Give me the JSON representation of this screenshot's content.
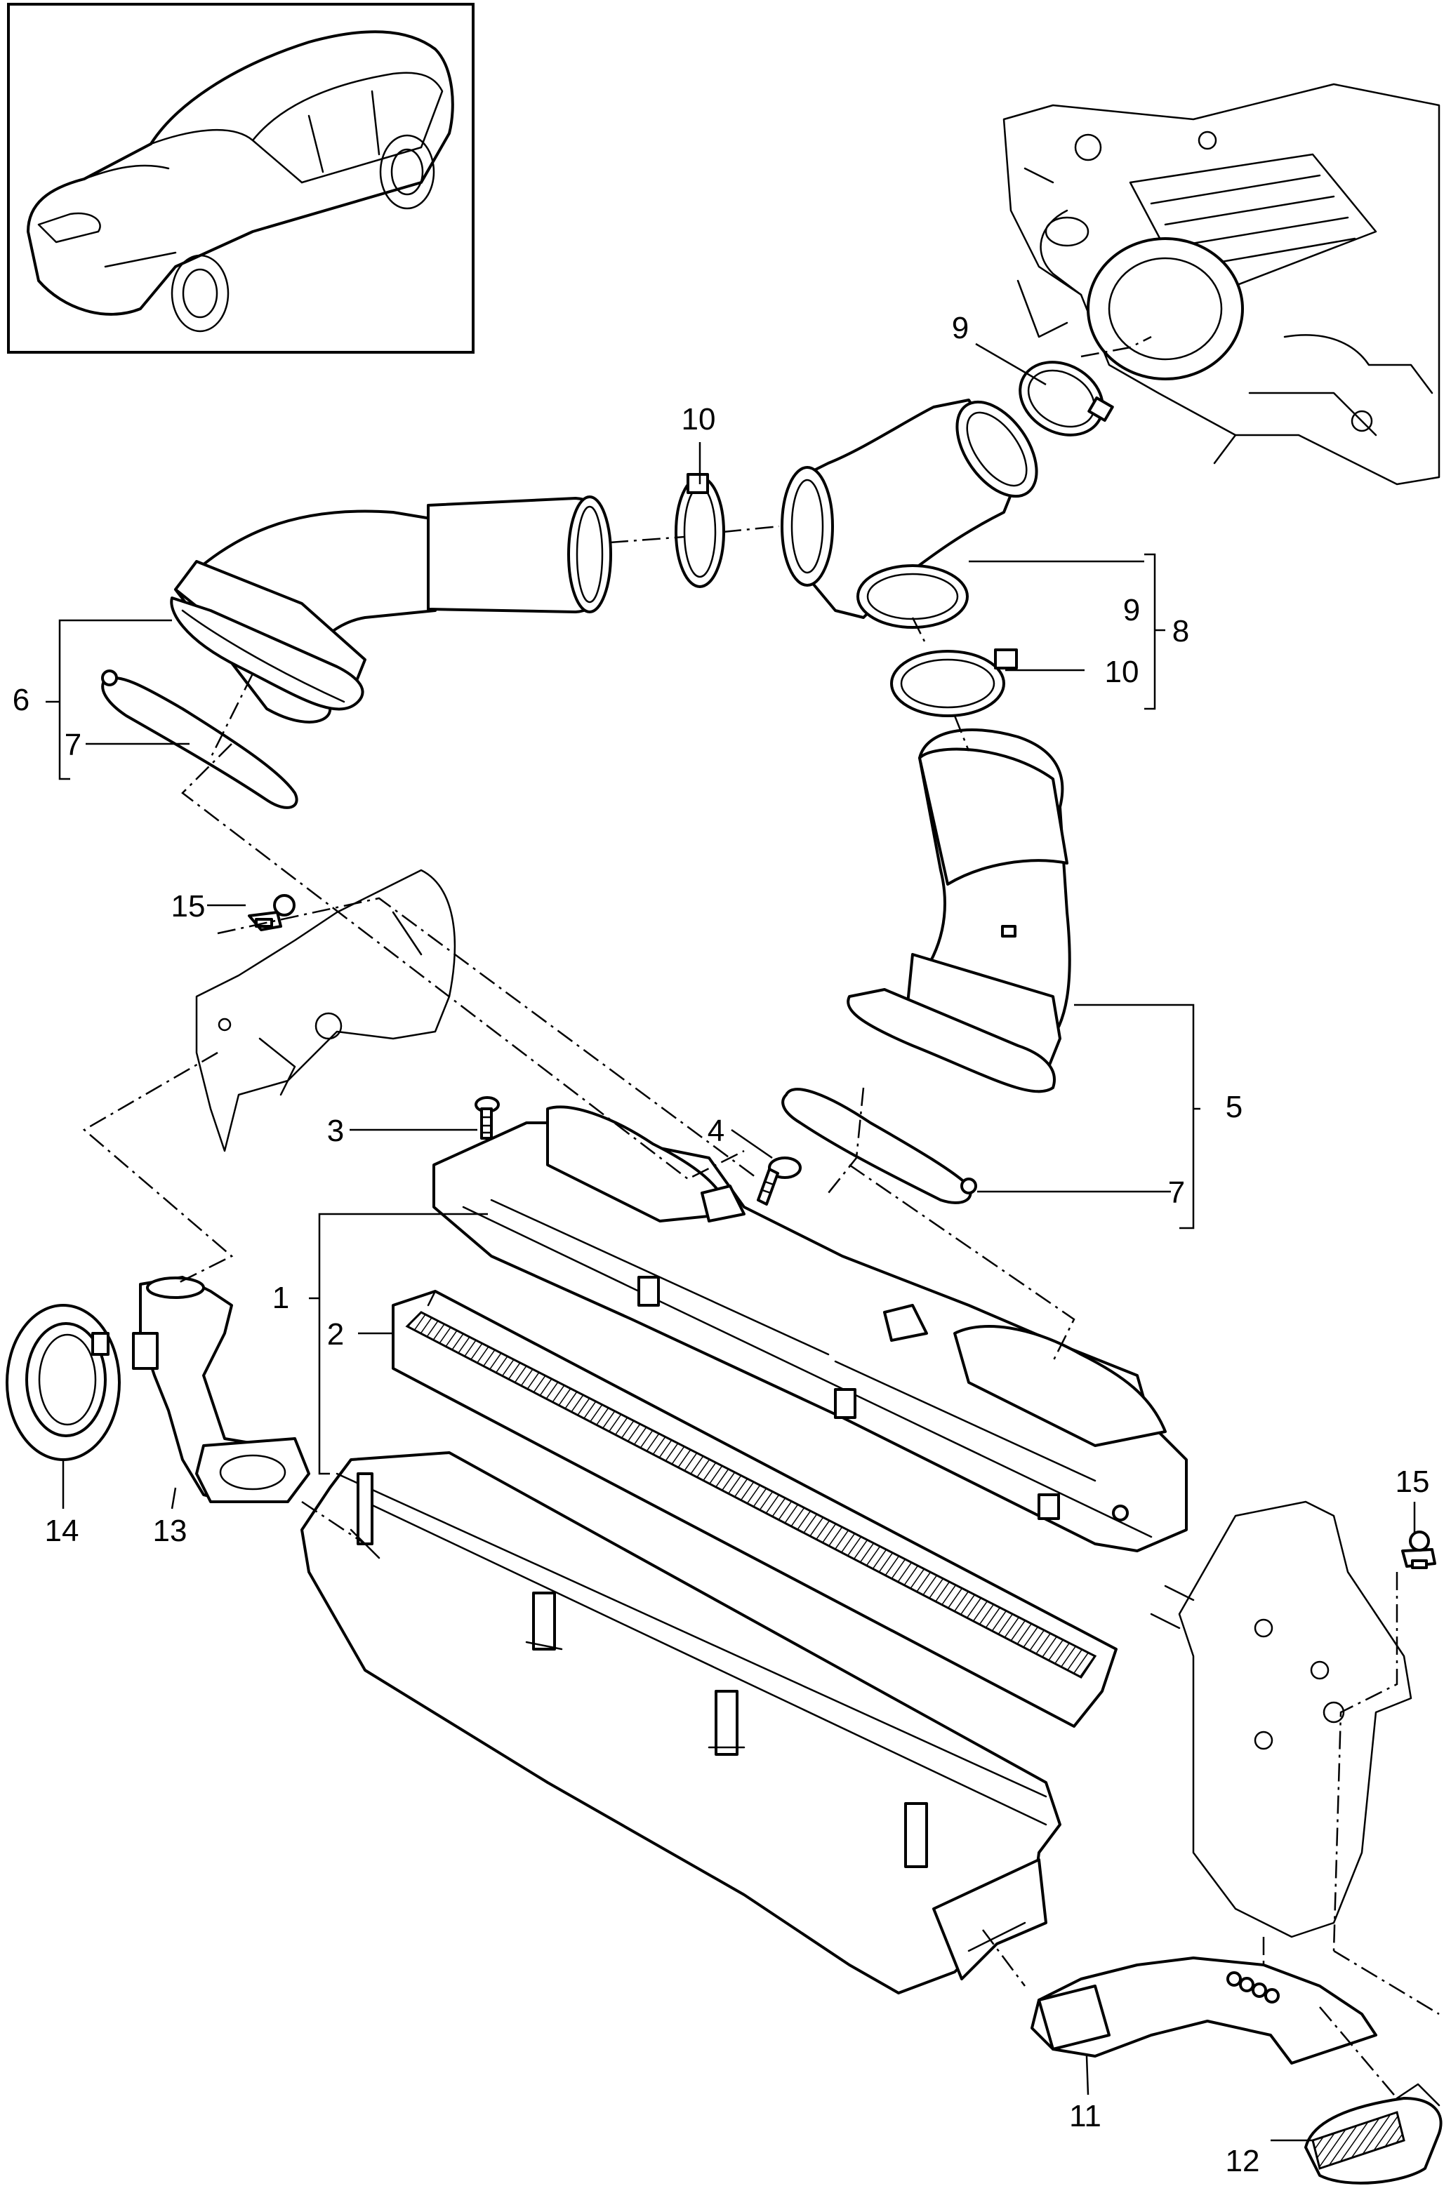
{
  "callouts": {
    "c1": "1",
    "c2": "2",
    "c3": "3",
    "c4": "4",
    "c5": "5",
    "c6": "6",
    "c7a": "7",
    "c7b": "7",
    "c8": "8",
    "c9a": "9",
    "c9b": "9",
    "c10a": "10",
    "c10b": "10",
    "c11": "11",
    "c12": "12",
    "c13": "13",
    "c14": "14",
    "c15a": "15",
    "c15b": "15"
  }
}
